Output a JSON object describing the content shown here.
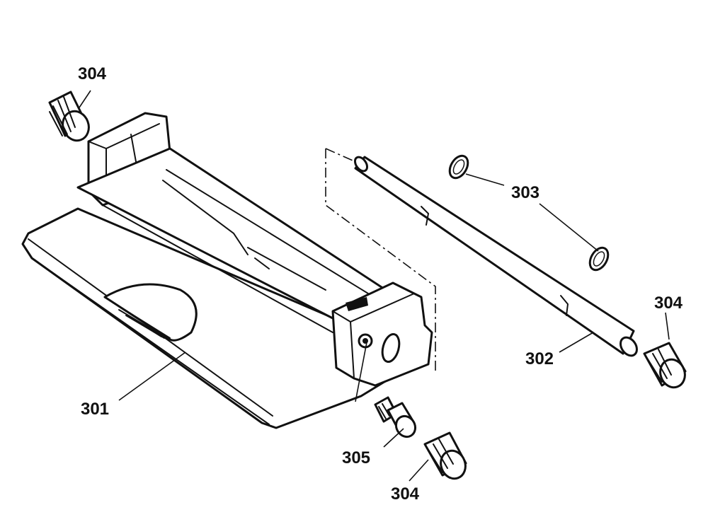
{
  "callouts": [
    {
      "id": "left-nut",
      "label": "304"
    },
    {
      "id": "ring-right",
      "label": "303"
    },
    {
      "id": "right-nut",
      "label": "304"
    },
    {
      "id": "shaft",
      "label": "302"
    },
    {
      "id": "base",
      "label": "301"
    },
    {
      "id": "screw",
      "label": "305"
    },
    {
      "id": "bottom-nut",
      "label": "304"
    }
  ]
}
